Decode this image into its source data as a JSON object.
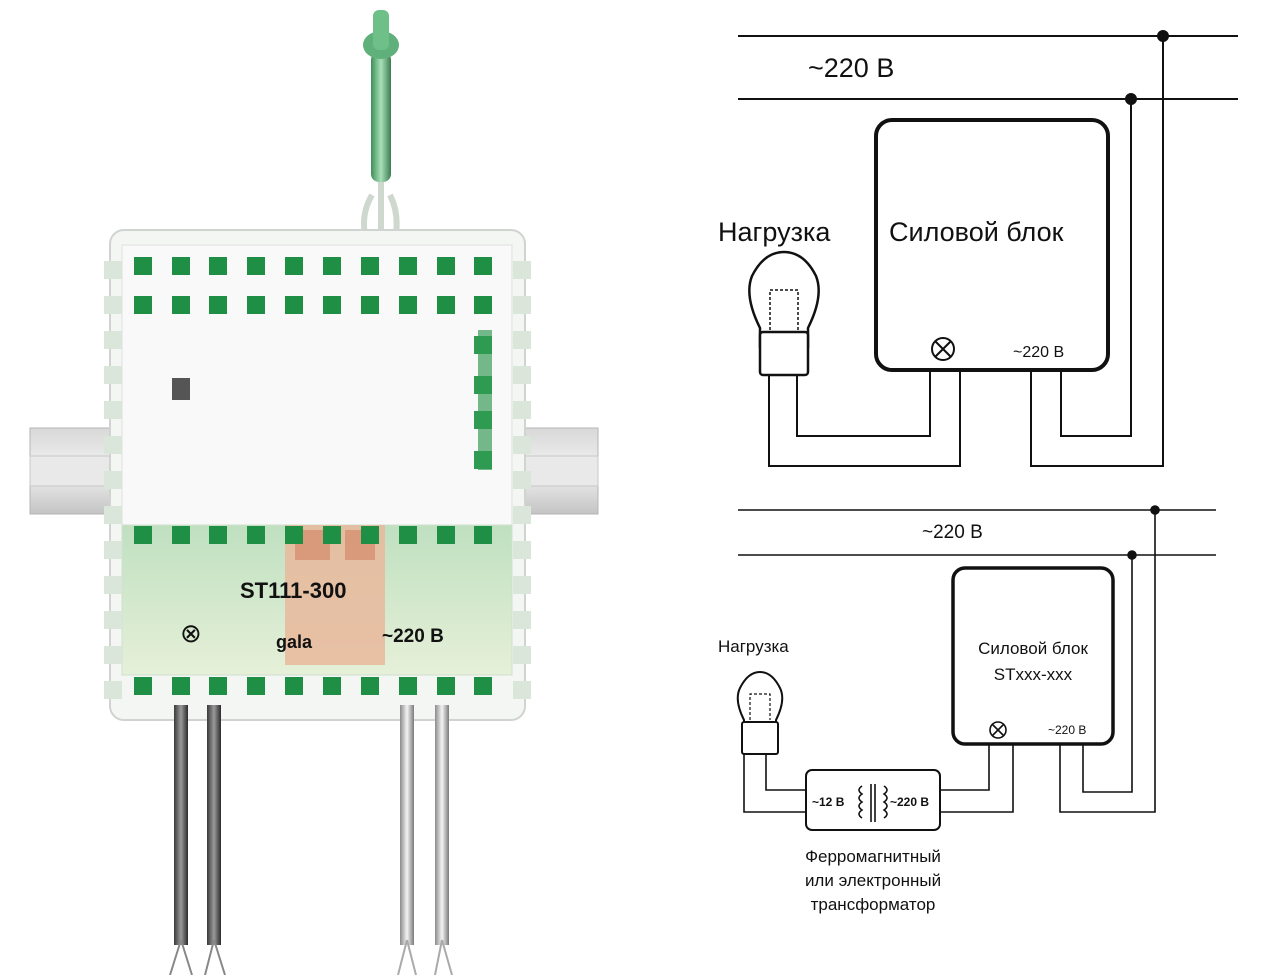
{
  "device": {
    "model": "ST111-300",
    "brand": "gala",
    "lamp_symbol": "⊗",
    "mains_label": "~220 В"
  },
  "diagram_top": {
    "mains_label": "~220 В",
    "load_label": "Нагрузка",
    "block_title": "Силовой блок",
    "lamp_terminal": "⊗",
    "mains_terminal": "~220 В"
  },
  "diagram_bottom": {
    "mains_label": "~220 В",
    "load_label": "Нагрузка",
    "block_title": "Силовой блок",
    "block_model": "STxxx-xxx",
    "lamp_terminal": "⊗",
    "mains_terminal": "~220 В",
    "transformer_low": "~12 В",
    "transformer_high": "~220 В",
    "transformer_caption": [
      "Ферромагнитный",
      "или электронный",
      "трансформатор"
    ]
  }
}
